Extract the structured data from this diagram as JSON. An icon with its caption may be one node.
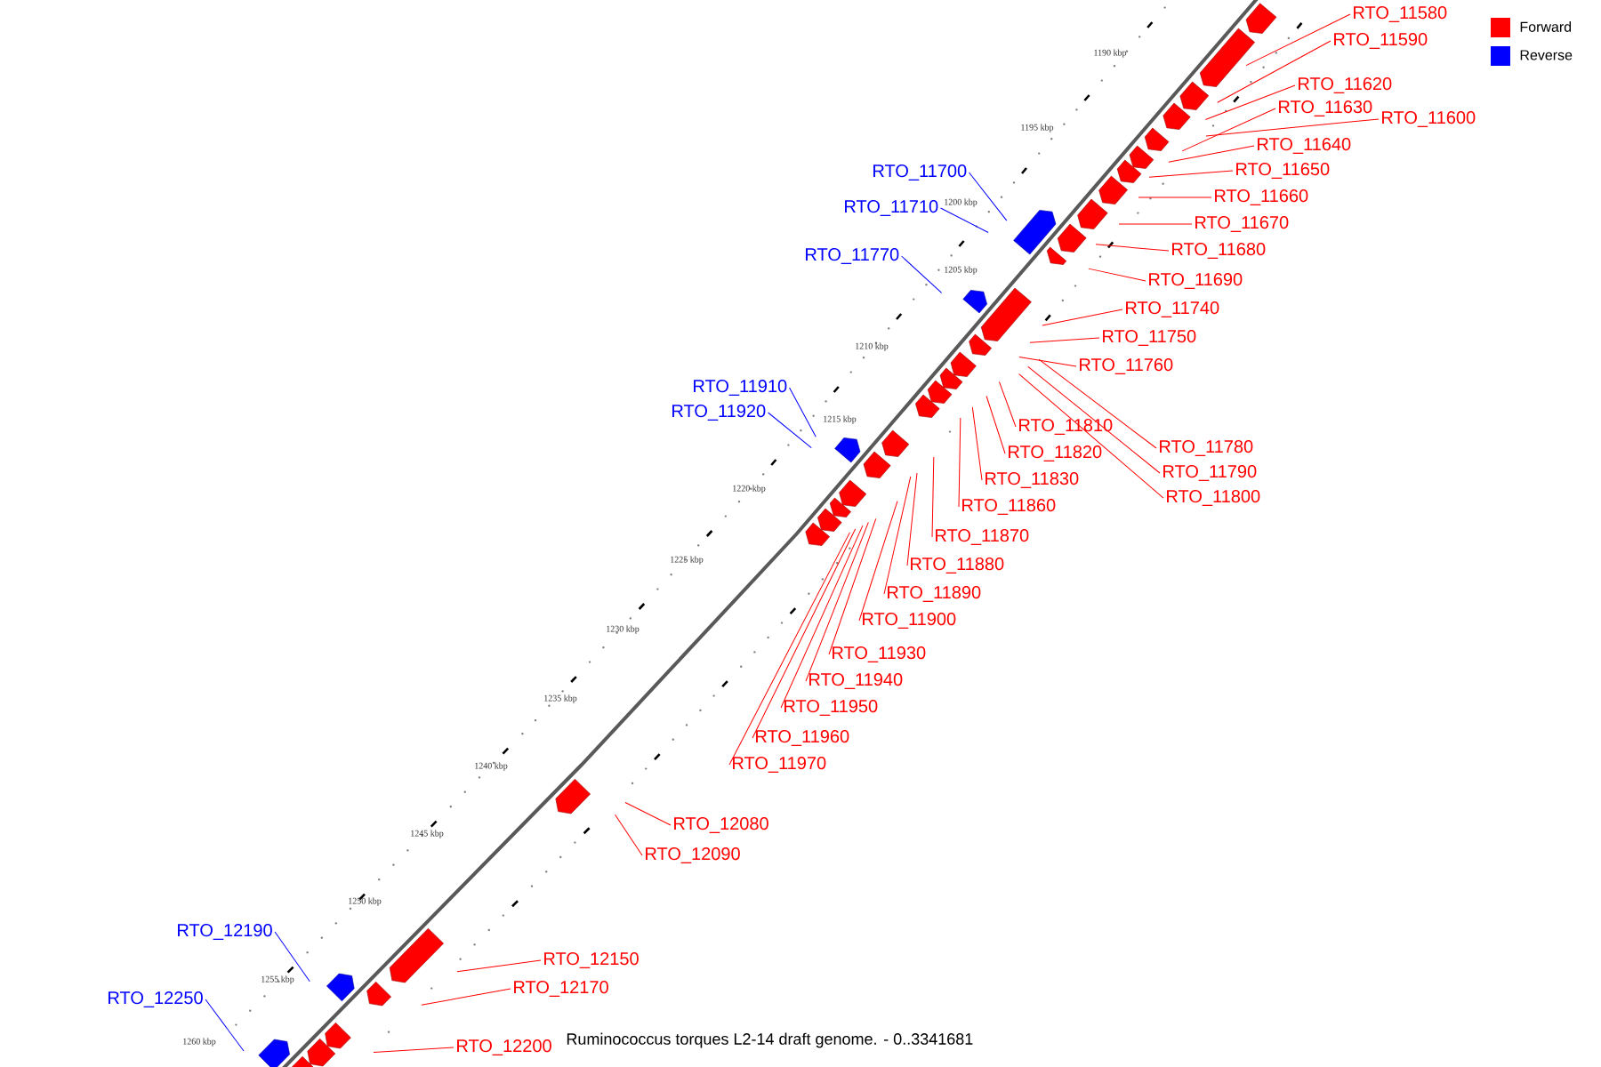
{
  "diagram": {
    "caption": "Ruminococcus torques L2-14 draft genome. - 0..3341681",
    "nodes": [
      {
        "text": [
          "RTO_11580"
        ]
      },
      {
        "text": [
          "RTO_11590"
        ]
      },
      {
        "text": [
          "RTO_11620"
        ]
      },
      {
        "text": [
          "RTO_11630"
        ]
      },
      {
        "text": [
          "RTO_11600"
        ]
      },
      {
        "text": [
          "RTO_11640"
        ]
      },
      {
        "text": [
          "RTO_11700"
        ]
      },
      {
        "text": [
          "RTO_11650"
        ]
      },
      {
        "text": [
          "RTO_11660"
        ]
      },
      {
        "text": [
          "RTO_11710"
        ]
      },
      {
        "text": [
          "RTO_11670"
        ]
      },
      {
        "text": [
          "RTO_11680"
        ]
      },
      {
        "text": [
          "RTO_11770"
        ]
      },
      {
        "text": [
          "RTO_11690"
        ]
      },
      {
        "text": [
          "RTO_11740"
        ]
      },
      {
        "text": [
          "RTO_11750"
        ]
      },
      {
        "text": [
          "RTO_11760"
        ]
      },
      {
        "text": [
          "RTO_11910"
        ]
      },
      {
        "text": [
          "RTO_11920"
        ]
      },
      {
        "text": [
          "RTO_11810"
        ]
      },
      {
        "text": [
          "RTO_11780"
        ]
      },
      {
        "text": [
          "RTO_11820"
        ]
      },
      {
        "text": [
          "RTO_11790"
        ]
      },
      {
        "text": [
          "RTO_11830"
        ]
      },
      {
        "text": [
          "RTO_11800"
        ]
      },
      {
        "text": [
          "RTO_11860"
        ]
      },
      {
        "text": [
          "RTO_11870"
        ]
      },
      {
        "text": [
          "RTO_11880"
        ]
      },
      {
        "text": [
          "RTO_11890"
        ]
      },
      {
        "text": [
          "RTO_11900"
        ]
      },
      {
        "text": [
          "RTO_11930"
        ]
      },
      {
        "text": [
          "RTO_11940"
        ]
      },
      {
        "text": [
          "RTO_11950"
        ]
      },
      {
        "text": [
          "RTO_11960"
        ]
      },
      {
        "text": [
          "RTO_11970"
        ]
      },
      {
        "text": [
          "RTO_12080"
        ]
      },
      {
        "text": [
          "RTO_12090"
        ]
      },
      {
        "text": [
          "RTO_12190"
        ]
      },
      {
        "text": [
          "RTO_12150"
        ]
      },
      {
        "text": [
          "RTO_12170"
        ]
      },
      {
        "text": [
          "RTO_12250"
        ]
      },
      {
        "text": [
          "RTO_12200"
        ]
      }
    ],
    "edges": [
      {
        "from": 0,
        "to": null,
        "arrow": "none"
      },
      {
        "from": 1,
        "to": null,
        "arrow": "none"
      },
      {
        "from": 2,
        "to": null,
        "arrow": "none"
      },
      {
        "from": 3,
        "to": null,
        "arrow": "none"
      },
      {
        "from": 4,
        "to": null,
        "arrow": "none"
      },
      {
        "from": 5,
        "to": null,
        "arrow": "none"
      },
      {
        "from": 6,
        "to": null,
        "arrow": "none",
        "color": "#0000ff"
      },
      {
        "from": 7,
        "to": null,
        "arrow": "none"
      },
      {
        "from": 8,
        "to": null,
        "arrow": "none"
      },
      {
        "from": 9,
        "to": null,
        "arrow": "none",
        "color": "#0000ff"
      },
      {
        "from": 10,
        "to": null,
        "arrow": "none"
      },
      {
        "from": 11,
        "to": null,
        "arrow": "none"
      },
      {
        "from": 12,
        "to": null,
        "arrow": "none",
        "color": "#0000ff"
      },
      {
        "from": 13,
        "to": null,
        "arrow": "none"
      },
      {
        "from": 14,
        "to": null,
        "arrow": "none"
      },
      {
        "from": 15,
        "to": null,
        "arrow": "none"
      },
      {
        "from": 16,
        "to": null,
        "arrow": "none"
      },
      {
        "from": 17,
        "to": null,
        "arrow": "none",
        "color": "#0000ff"
      },
      {
        "from": 18,
        "to": null,
        "arrow": "none",
        "color": "#0000ff"
      },
      {
        "from": 19,
        "to": null,
        "arrow": "none"
      },
      {
        "from": 20,
        "to": null,
        "arrow": "none"
      },
      {
        "from": 21,
        "to": null,
        "arrow": "none"
      },
      {
        "from": 22,
        "to": null,
        "arrow": "none"
      },
      {
        "from": 23,
        "to": null,
        "arrow": "none"
      },
      {
        "from": 24,
        "to": null,
        "arrow": "none"
      },
      {
        "from": 25,
        "to": null,
        "arrow": "none"
      },
      {
        "from": 26,
        "to": null,
        "arrow": "none"
      },
      {
        "from": 27,
        "to": null,
        "arrow": "none"
      },
      {
        "from": 28,
        "to": null,
        "arrow": "none"
      },
      {
        "from": 29,
        "to": null,
        "arrow": "none"
      },
      {
        "from": 30,
        "to": null,
        "arrow": "none"
      },
      {
        "from": 31,
        "to": null,
        "arrow": "none"
      },
      {
        "from": 32,
        "to": null,
        "arrow": "none"
      },
      {
        "from": 33,
        "to": null,
        "arrow": "none"
      },
      {
        "from": 34,
        "to": null,
        "arrow": "none"
      },
      {
        "from": 35,
        "to": null,
        "arrow": "none"
      },
      {
        "from": 36,
        "to": null,
        "arrow": "none"
      },
      {
        "from": 37,
        "to": null,
        "arrow": "none",
        "color": "#0000ff"
      },
      {
        "from": 38,
        "to": null,
        "arrow": "none"
      },
      {
        "from": 39,
        "to": null,
        "arrow": "none"
      },
      {
        "from": 40,
        "to": null,
        "arrow": "none",
        "color": "#0000ff"
      },
      {
        "from": 41,
        "to": null,
        "arrow": "none"
      }
    ],
    "labels": [
      "1190 kbp",
      "1195 kbp",
      "1200 kbp",
      "1205 kbp",
      "1210 kbp",
      "1215 kbp",
      "1220 kbp",
      "1225 kbp",
      "1230 kbp",
      "1235 kbp",
      "1240 kbp",
      "1245 kbp",
      "1250 kbp",
      "1255 kbp",
      "1260 kbp"
    ],
    "legend": [
      {
        "text": "Forward",
        "color": "#ff0000"
      },
      {
        "text": "Reverse",
        "color": "#0000ff"
      }
    ]
  }
}
